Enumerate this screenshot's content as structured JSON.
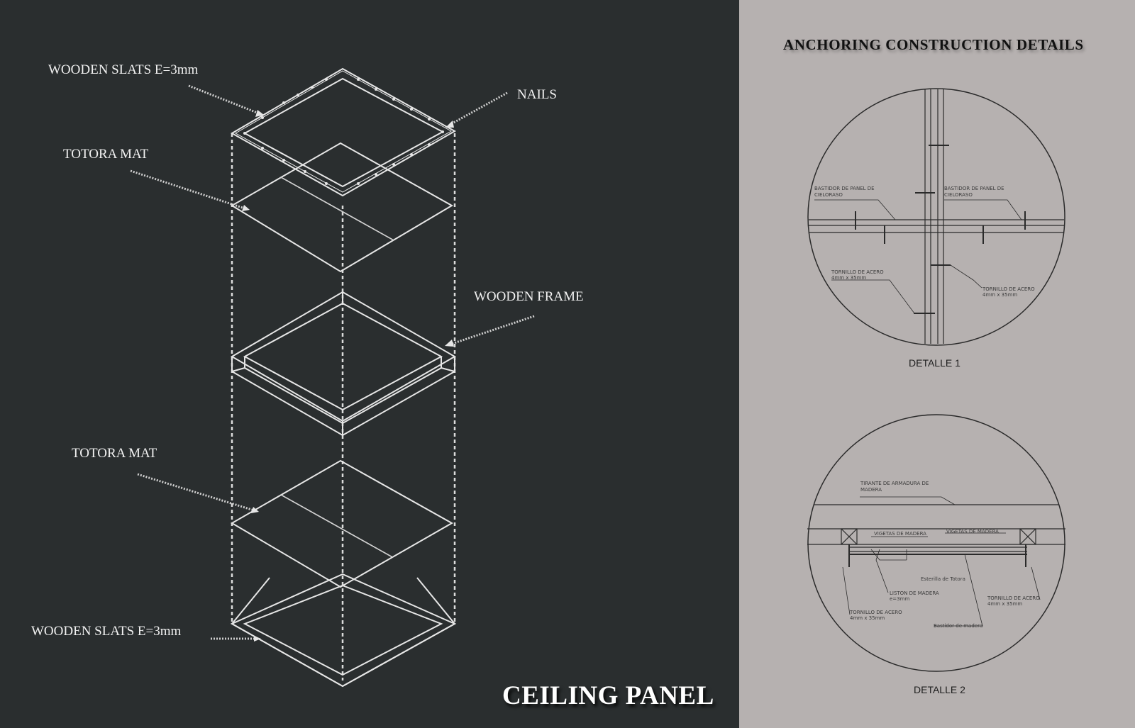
{
  "left_title": "CEILING PANEL",
  "right_title": "ANCHORING CONSTRUCTION DETAILS",
  "labels": {
    "wooden_slats_top": "WOODEN SLATS E=3mm",
    "nails": "NAILS",
    "totora_mat_top": "TOTORA MAT",
    "wooden_frame": "WOODEN FRAME",
    "totora_mat_bottom": "TOTORA MAT",
    "wooden_slats_bottom": "WOODEN SLATS E=3mm"
  },
  "detail1": {
    "caption": "DETALLE 1",
    "bastidor_left": [
      "BASTIDOR DE PANEL DE",
      "CIELORASO"
    ],
    "bastidor_right": [
      "BASTIDOR DE PANEL DE",
      "CIELORASO"
    ],
    "tornillo_left": [
      "TORNILLO DE ACERO",
      "4mm x 35mm"
    ],
    "tornillo_right": [
      "TORNILLO DE ACERO",
      "4mm x 35mm"
    ]
  },
  "detail2": {
    "caption": "DETALLE 2",
    "tirante": [
      "TIRANTE DE ARMADURA DE",
      "MADERA"
    ],
    "vigetas_left": "VIGETAS DE MADERA",
    "vigetas_right": "VIGETAS DE MADERA",
    "esterilla": "Esterilla de Totora",
    "liston": [
      "LISTON DE MADERA",
      "e=3mm"
    ],
    "tornillo_left": [
      "TORNILLO DE ACERO",
      "4mm x 35mm"
    ],
    "tornillo_right": [
      "TORNILLO DE ACERO",
      "4mm x 35mm"
    ],
    "bastidor": "Bastidor de madera"
  },
  "colors": {
    "left_bg": "#2a2e2f",
    "right_bg": "#b6b1b0",
    "line_light": "#e6e6e6",
    "line_dark": "#2a2a2a"
  }
}
